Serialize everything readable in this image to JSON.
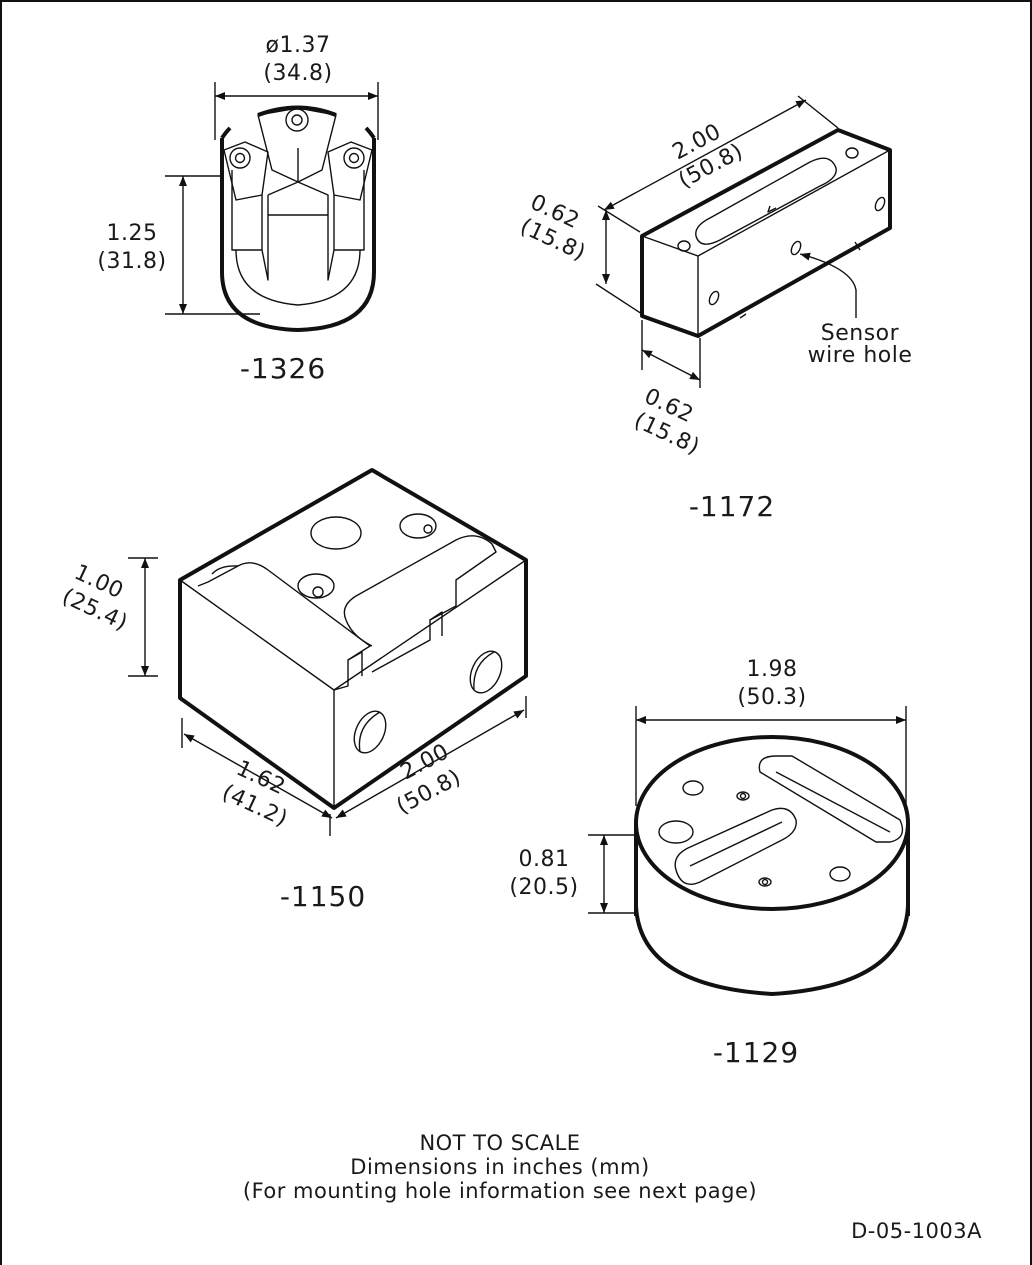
{
  "drawing_number": "D-05-1003A",
  "notes": {
    "scale": "NOT TO SCALE",
    "units": "Dimensions in inches (mm)",
    "mounting": "(For mounting hole information see next page)"
  },
  "parts": {
    "p1326": {
      "label": "-1326",
      "diameter_in": "ø1.37",
      "diameter_mm": "(34.8)",
      "height_in": "1.25",
      "height_mm": "(31.8)"
    },
    "p1172": {
      "label": "-1172",
      "length_in": "2.00",
      "length_mm": "(50.8)",
      "height_in": "0.62",
      "height_mm": "(15.8)",
      "width_in": "0.62",
      "width_mm": "(15.8)",
      "callout_line1": "Sensor",
      "callout_line2": "wire hole"
    },
    "p1150": {
      "label": "-1150",
      "height_in": "1.00",
      "height_mm": "(25.4)",
      "width_in": "1.62",
      "width_mm": "(41.2)",
      "length_in": "2.00",
      "length_mm": "(50.8)"
    },
    "p1129": {
      "label": "-1129",
      "diameter_in": "1.98",
      "diameter_mm": "(50.3)",
      "height_in": "0.81",
      "height_mm": "(20.5)"
    }
  }
}
